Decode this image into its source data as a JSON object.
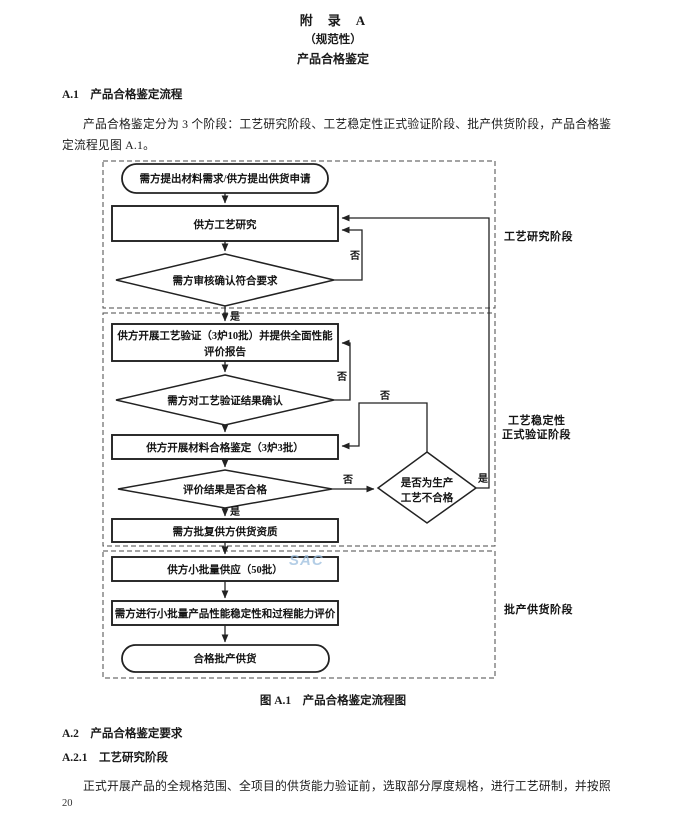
{
  "page": {
    "appendix_title": "附　录　A",
    "normative_note": "（规范性）",
    "appendix_subject": "产品合格鉴定",
    "page_number": "20"
  },
  "sections": {
    "a1_heading": "A.1　产品合格鉴定流程",
    "a1_para_line1": "产品合格鉴定分为 3 个阶段：工艺研究阶段、工艺稳定性正式验证阶段、批产供货阶段，产品合格鉴",
    "a1_para_line2": "定流程见图 A.1。",
    "figure_caption": "图 A.1　产品合格鉴定流程图",
    "a2_heading": "A.2　产品合格鉴定要求",
    "a21_heading": "A.2.1　工艺研究阶段",
    "a21_para": "正式开展产品的全规格范围、全项目的供货能力验证前，选取部分厚度规格，进行工艺研制，并按照"
  },
  "flowchart": {
    "stage1_label": "工艺研究阶段",
    "stage2_label_line1": "工艺稳定性",
    "stage2_label_line2": "正式验证阶段",
    "stage3_label": "批产供货阶段",
    "nodes": {
      "start": "需方提出材料需求/供方提出供货申请",
      "supplier_process_research": "供方工艺研究",
      "demander_review_confirm": "需方审核确认符合要求",
      "process_verification_line1": "供方开展工艺验证（3炉10批）并提供全面性能",
      "process_verification_line2": "评价报告",
      "verification_result_confirm": "需方对工艺验证结果确认",
      "material_qualification": "供方开展材料合格鉴定（3炉3批）",
      "evaluation_pass": "评价结果是否合格",
      "approve_qualification": "需方批复供方供货资质",
      "production_process_fail_line1": "是否为生产",
      "production_process_fail_line2": "工艺不合格",
      "small_batch_supply": "供方小批量供应（50批）",
      "small_batch_evaluation": "需方进行小批量产品性能稳定性和过程能力评价",
      "end": "合格批产供货"
    },
    "labels": {
      "yes": "是",
      "no": "否"
    },
    "watermark": "SAC"
  }
}
